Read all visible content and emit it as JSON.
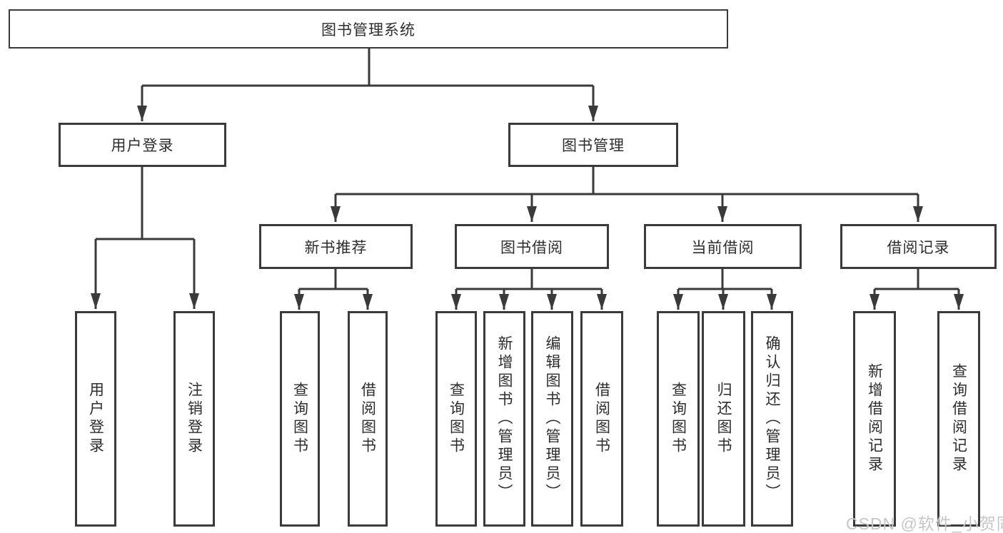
{
  "colors": {
    "line": "#3a3a3a",
    "text": "#2d2d2d",
    "watermark": "#c6c6c6"
  },
  "watermark": "CSDN @软件_小贺同学",
  "nodes": {
    "root": "图书管理系统",
    "level2": [
      "用户登录",
      "图书管理"
    ],
    "level3": [
      "新书推荐",
      "图书借阅",
      "当前借阅",
      "借阅记录"
    ],
    "login_children": [
      "用户登录",
      "注销登录"
    ],
    "newbook_children": [
      "查询图书",
      "借阅图书"
    ],
    "borrow_children": [
      "查询图书",
      "新增图书（管理员）",
      "编辑图书（管理员）",
      "借阅图书"
    ],
    "current_children": [
      "查询图书",
      "归还图书",
      "确认归还（管理员）"
    ],
    "records_children": [
      "新增借阅记录",
      "查询借阅记录"
    ]
  }
}
